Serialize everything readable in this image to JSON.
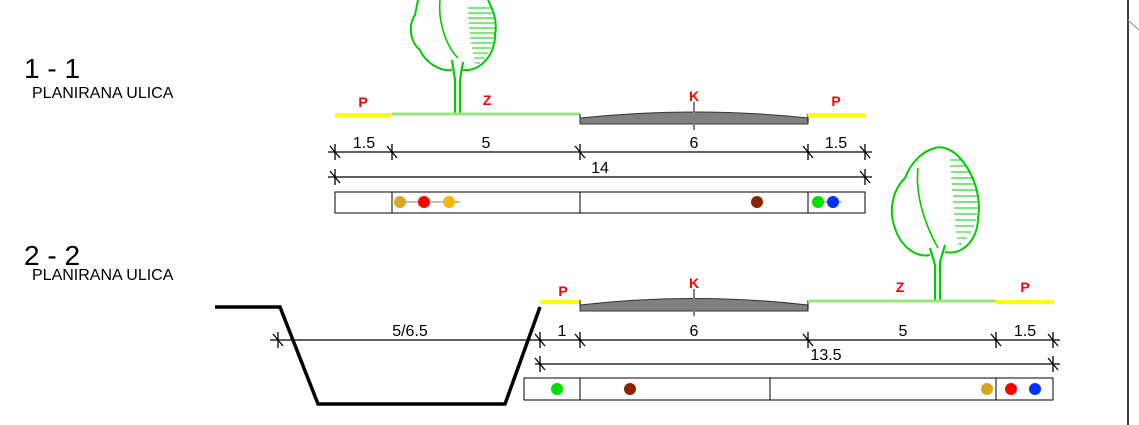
{
  "sections": [
    {
      "number": "1 - 1",
      "subtitle": "PLANIRANA ULICA",
      "zone_labels": {
        "left_sidewalk": "P",
        "green": "Z",
        "road": "K",
        "right_sidewalk": "P"
      },
      "dimensions": {
        "left_sidewalk": "1.5",
        "green": "5",
        "road": "6",
        "right_sidewalk": "1.5",
        "total": "14"
      },
      "utilities": [
        {
          "color": "#DAA520",
          "name": "orange-utility"
        },
        {
          "color": "#FF0000",
          "name": "red-utility"
        },
        {
          "color": "#F5B800",
          "name": "yellow-utility"
        },
        {
          "color": "#8B2500",
          "name": "brown-utility"
        },
        {
          "color": "#00E000",
          "name": "green-utility"
        },
        {
          "color": "#0033FF",
          "name": "blue-utility"
        }
      ]
    },
    {
      "number": "2 - 2",
      "subtitle": "PLANIRANA ULICA",
      "zone_labels": {
        "left_sidewalk": "P",
        "road": "K",
        "green": "Z",
        "right_sidewalk": "P"
      },
      "dimensions": {
        "channel": "5/6.5",
        "left_sidewalk": "1",
        "road": "6",
        "green": "5",
        "right_sidewalk": "1.5",
        "total": "13.5"
      },
      "utilities": [
        {
          "color": "#00E000",
          "name": "green-utility"
        },
        {
          "color": "#8B2500",
          "name": "brown-utility"
        },
        {
          "color": "#DAA520",
          "name": "orange-utility"
        },
        {
          "color": "#FF0000",
          "name": "red-utility"
        },
        {
          "color": "#0033FF",
          "name": "blue-utility"
        }
      ]
    }
  ],
  "colors": {
    "sidewalk": "#FFFF00",
    "green_strip": "#99E680",
    "road": "#808080",
    "tree": "#00CC00",
    "label": "#FF0000"
  }
}
